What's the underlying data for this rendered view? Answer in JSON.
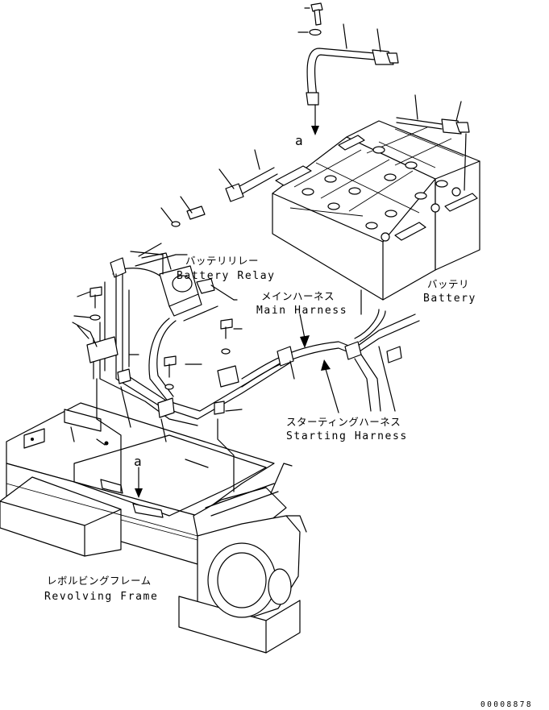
{
  "labels": {
    "battery_relay_jp": "バッテリリレー",
    "battery_relay_en": "Battery Relay",
    "main_harness_jp": "メインハーネス",
    "main_harness_en": "Main Harness",
    "battery_jp": "バッテリ",
    "battery_en": "Battery",
    "starting_harness_jp": "スターティングハーネス",
    "starting_harness_en": "Starting Harness",
    "revolving_frame_jp": "レボルビングフレーム",
    "revolving_frame_en": "Revolving Frame"
  },
  "references": {
    "ref_top": "a",
    "ref_bottom": "a"
  },
  "document_number": "00008878"
}
